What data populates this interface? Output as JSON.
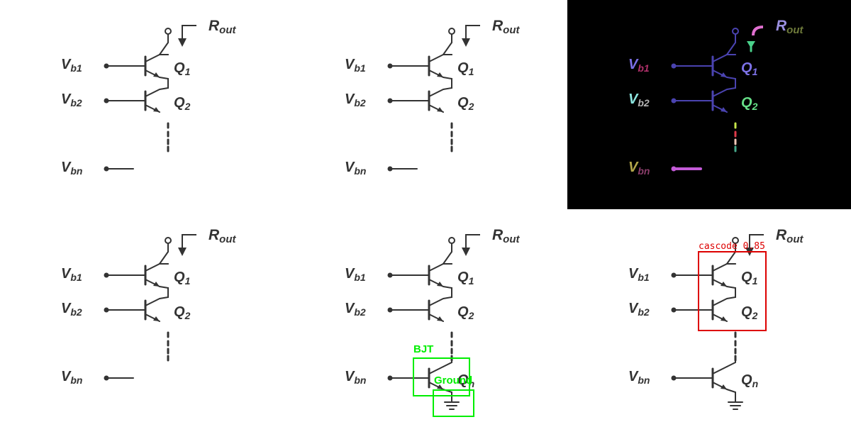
{
  "circuit": {
    "output_label": "R",
    "output_subscript": "out",
    "labels": [
      {
        "main": "V",
        "sub": "b1"
      },
      {
        "main": "Q",
        "sub": "1"
      },
      {
        "main": "V",
        "sub": "b2"
      },
      {
        "main": "Q",
        "sub": "2"
      },
      {
        "main": "V",
        "sub": "bn"
      },
      {
        "main": "Q",
        "sub": "n"
      }
    ]
  },
  "panels": [
    {
      "id": "original",
      "variant": "truncated",
      "background": "#ffffff"
    },
    {
      "id": "copy",
      "variant": "truncated",
      "background": "#ffffff"
    },
    {
      "id": "segmentation",
      "variant": "segmentation",
      "background": "#000000"
    },
    {
      "id": "plain",
      "variant": "truncated",
      "background": "#ffffff"
    },
    {
      "id": "detection",
      "variant": "detection",
      "background": "#ffffff"
    },
    {
      "id": "grouping",
      "variant": "full",
      "background": "#ffffff"
    }
  ],
  "detections": {
    "bjt_label": "BJT",
    "ground_label": "Ground",
    "cascode_label": "cascode 0.85",
    "detection_color": "#00ee00",
    "cascode_color": "#dd0000"
  },
  "colors": {
    "ink": "#333333",
    "seg_wire": "#4a43b0",
    "seg_rout_r": "#9a8fe0",
    "seg_rout_sub": "#6e7a3a",
    "seg_arrow": "#e070d0",
    "seg_node_arrow": "#4ad18a",
    "seg_vb1": "#7b6fe6",
    "seg_vb1_sub": "#b0306a",
    "seg_vb2": "#8de6e0",
    "seg_vb2_sub": "#b5b5b5",
    "seg_q1": "#7d72e8",
    "seg_q2": "#66e088",
    "seg_vbn": "#b3a64a",
    "seg_vbn_sub": "#8a3d6a",
    "seg_vbn_wire": "#c45bd8",
    "seg_dots": [
      "#c6e64a",
      "#e03a4a",
      "#f0c8b8",
      "#46a88a"
    ]
  }
}
